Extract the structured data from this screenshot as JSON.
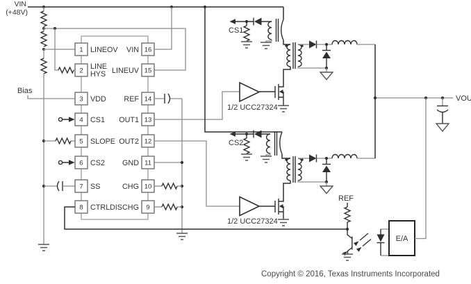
{
  "power": {
    "vin": "VIN",
    "vin_sub": "(+48V)",
    "vout": "VOUT",
    "ref": "REF",
    "bias": "Bias"
  },
  "controller": {
    "left_pins": [
      {
        "num": "1",
        "name": "LINEOV"
      },
      {
        "num": "2",
        "name": "LINE",
        "name2": "HYS"
      },
      {
        "num": "3",
        "name": "VDD"
      },
      {
        "num": "4",
        "name": "CS1"
      },
      {
        "num": "5",
        "name": "SLOPE"
      },
      {
        "num": "6",
        "name": "CS2"
      },
      {
        "num": "7",
        "name": "SS"
      },
      {
        "num": "8",
        "name": "CTRL"
      }
    ],
    "right_pins": [
      {
        "num": "16",
        "name": "VIN"
      },
      {
        "num": "15",
        "name": "LINEUV"
      },
      {
        "num": "14",
        "name": "REF"
      },
      {
        "num": "13",
        "name": "OUT1"
      },
      {
        "num": "12",
        "name": "OUT2"
      },
      {
        "num": "11",
        "name": "GND"
      },
      {
        "num": "10",
        "name": "CHG"
      },
      {
        "num": "9",
        "name": "DISCHG"
      }
    ]
  },
  "drivers": {
    "driver1": "1/2 UCC27324",
    "driver2": "1/2 UCC27324"
  },
  "current_sense": {
    "cs1": "CS1",
    "cs2": "CS2"
  },
  "error_amp": {
    "label": "E/A"
  },
  "footer": {
    "copyright": "Copyright © 2016, Texas Instruments Incorporated"
  }
}
